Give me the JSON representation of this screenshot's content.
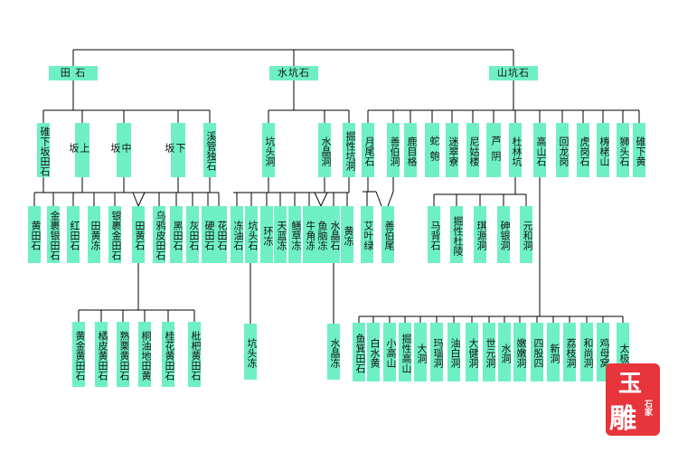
{
  "colors": {
    "node_fill": "#6ff0c4",
    "line": "#000000",
    "stamp": "#e8343b"
  },
  "diagram": {
    "roots": {
      "tianshi": "田 石",
      "shuikeng": "水坑石",
      "shankeng": "山坑石"
    },
    "tianshi_children": {
      "c1": "碓下坂田石",
      "c2": "上 坂",
      "c3": "中 坂",
      "c4": "下 坂",
      "c5": "溪管独石"
    },
    "tianshi_grandchildren": {
      "g1": "黄田石",
      "g2": "金裹银田石",
      "g3": "红田石",
      "g4": "田黄冻",
      "g5": "银裹金田石",
      "g6": "田黄石",
      "g7": "乌鸦皮田石",
      "g8": "黑田石",
      "g9": "灰田石",
      "g10": "硬田石",
      "g11": "花田石"
    },
    "tianhuang_children": {
      "t1": "黄金黄田石",
      "t2": "橘皮黄田石",
      "t3": "熟栗黄田石",
      "t4": "桐油地田黄",
      "t5": "桂花黄田石",
      "t6": "枇杷黄田石"
    },
    "shuikeng_children": {
      "s1": "坑头洞",
      "s2": "水晶洞",
      "s3": "掘性坑洞"
    },
    "shuikeng_grandchildren": {
      "k1": "冻油石",
      "k2": "坑头石",
      "k3": "环冻",
      "k4": "天蓝冻",
      "k5": "鳝草冻",
      "k6": "牛角冻",
      "k7": "鱼脑冻",
      "k8": "水晶石",
      "k9": "黄冻"
    },
    "shuikeng_leaves": {
      "l1": "坑头冻",
      "l2": "水晶冻"
    },
    "shankeng_children": {
      "m1": "月尾石",
      "m2": "善伯洞",
      "m3": "鹿目格",
      "m4": "蛇匏",
      "m5": "迷翠寮",
      "m6": "尼姑楼",
      "m7": "芦阴",
      "m8": "杜林坑",
      "m9": "高山石",
      "m10": "回龙岗",
      "m11": "虎岗石",
      "m12": "梼栳山",
      "m13": "狮头石",
      "m14": "碓下黄"
    },
    "shanbo_children": {
      "b1": "艾叶绿",
      "b2": "善伯尾"
    },
    "dulin_children": {
      "d1": "马背石",
      "d2": "掘性杜陵",
      "d3": "琪源洞",
      "d4": "砷银洞",
      "d5": "元和洞"
    },
    "gaoshan_children": {
      "h1": "鱼箕田石",
      "h2": "白水黄",
      "h3": "小高山",
      "h4": "掘性高山",
      "h5": "大洞",
      "h6": "玛瑙洞",
      "h7": "油白洞",
      "h8": "大健洞",
      "h9": "世元洞",
      "h10": "水洞",
      "h11": "嫩嫩洞",
      "h12": "四股四",
      "h13": "新洞",
      "h14": "荔枝洞",
      "h15": "和尚洞",
      "h16": "鸡母窝",
      "h17": "太极"
    }
  },
  "stamp": {
    "char1": "玉",
    "char2": "雕",
    "side": "石家"
  }
}
